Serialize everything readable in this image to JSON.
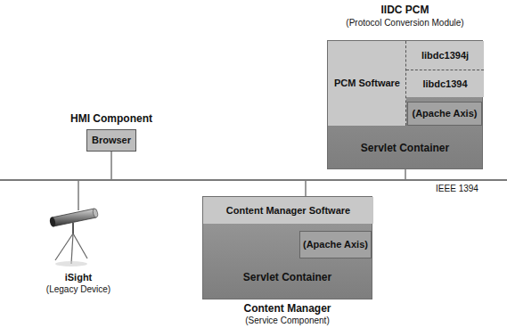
{
  "diagram": {
    "nodes": [
      {
        "text": [
          "IIDC PCM",
          "(Protocol Conversion Module)",
          "Servlet Container"
        ]
      },
      {
        "text": [
          "PCM Software"
        ],
        "in": 0
      },
      {
        "text": [
          "libdc1394j"
        ],
        "in": 0
      },
      {
        "text": [
          "libdc1394"
        ],
        "in": 0
      },
      {
        "text": [
          "(Apache Axis)"
        ],
        "in": 0
      },
      {
        "text": [
          "HMI Component",
          "Browser"
        ]
      },
      {
        "text": [
          "Servlet Container",
          "Content Manager",
          "(Service Component)"
        ]
      },
      {
        "text": [
          "Content Manager Software"
        ],
        "in": 6
      },
      {
        "text": [
          "(Apache Axis)"
        ],
        "in": 6
      }
    ],
    "labels": [
      "IEEE 1394",
      "iSight",
      "(Legacy Device)"
    ]
  }
}
